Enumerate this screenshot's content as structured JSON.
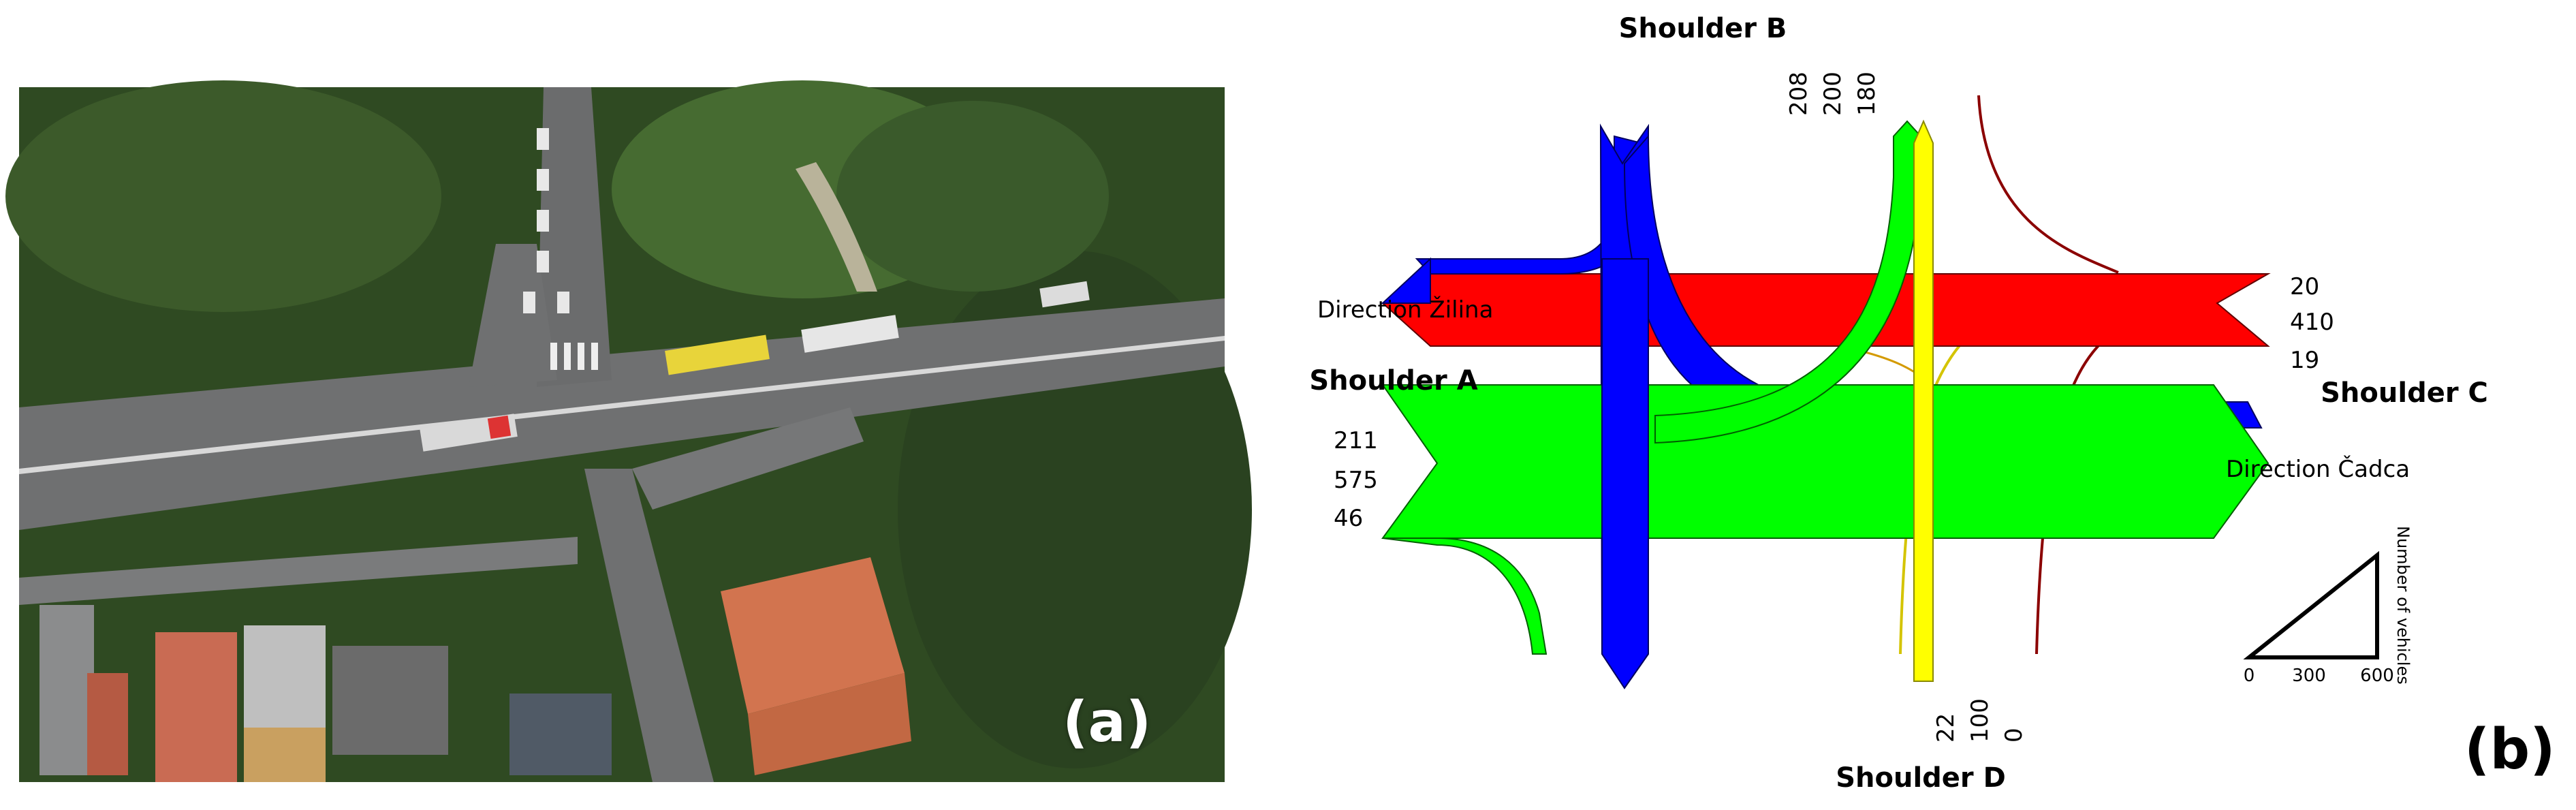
{
  "panel_a": {
    "label": "(a)"
  },
  "panel_b": {
    "label": "(b)",
    "shoulders": {
      "a": "Shoulder A",
      "b": "Shoulder B",
      "c": "Shoulder C",
      "d": "Shoulder D"
    },
    "directions": {
      "zilina": "Direction Žilina",
      "cadca": "Direction Čadca"
    },
    "counts": {
      "b": [
        "208",
        "200",
        "180"
      ],
      "c": [
        "20",
        "410",
        "19"
      ],
      "a": [
        "211",
        "575",
        "46"
      ],
      "d": [
        "22",
        "100",
        "0"
      ]
    },
    "legend": {
      "ticks": [
        "0",
        "300",
        "600"
      ],
      "axis_label": "Number of vehicles"
    },
    "colors": {
      "blue": "#0000ff",
      "red": "#ff0000",
      "green": "#00ff00",
      "yellow": "#ffff00",
      "dark_red": "#8b0000"
    }
  }
}
